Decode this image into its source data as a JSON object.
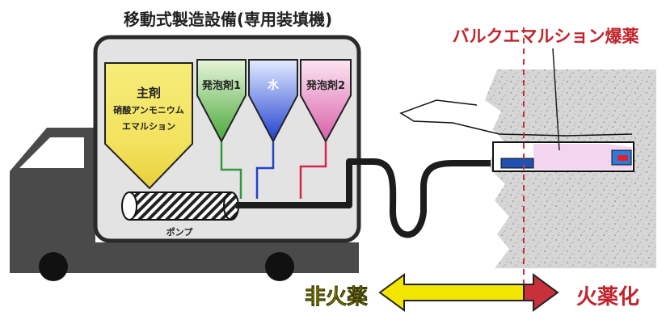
{
  "title": "移動式製造設備(専用装填機)",
  "bulk_label": "バルクエマルション爆薬",
  "tanks": {
    "main_line1": "主剤",
    "main_line2": "硝酸アンモニウム",
    "main_line3": "エマルション",
    "foam1": "発泡剤1",
    "water": "水",
    "foam2": "発泡剤2"
  },
  "pump_label": "ポンプ",
  "bottom": {
    "non_explosive": "非火薬",
    "explosive": "火薬化"
  },
  "colors": {
    "main_tank": "#f3e46a",
    "foam1_tank": "#6fbf4a",
    "water_tank": "#2f4fd0",
    "foam2_tank": "#e27ab8",
    "yellow_text": "#f0e000",
    "red_text": "#c0242c",
    "arrow_red": "#c8303a"
  }
}
